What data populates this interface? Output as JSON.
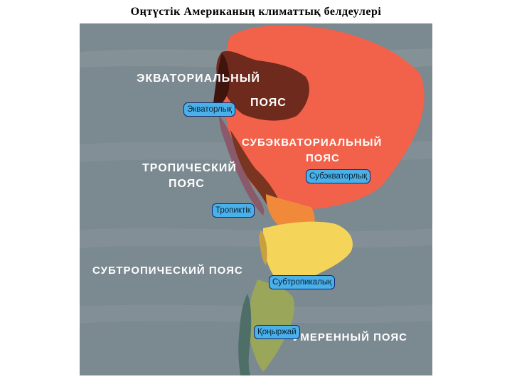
{
  "title": "Оңтүстік Американың климаттық белдеулері",
  "map_labels": {
    "equatorial_1": "ЭКВАТОРИАЛЬНЫЙ",
    "equatorial_2": "ПОЯС",
    "subequatorial_1": "СУБЭКВАТОРИАЛЬНЫЙ",
    "subequatorial_2": "ПОЯС",
    "tropical_1": "ТРОПИЧЕСКИЙ",
    "tropical_2": "ПОЯС",
    "subtropical": "СУБТРОПИЧЕСКИЙ ПОЯС",
    "temperate": "УМЕРЕННЫЙ ПОЯС"
  },
  "callouts": {
    "equatorial": "Экваторлық",
    "subequatorial": "Субэкваторлық",
    "tropical": "Тропиктік",
    "subtropical": "Субтропикалық",
    "temperate": "Қоңыржай"
  },
  "colors": {
    "ocean": "#7d8a90",
    "equatorial": "#6e2a1c",
    "subequatorial": "#f2614a",
    "tropical": "#f08a3a",
    "subtropical": "#f5d45a",
    "temperate": "#9aa65a",
    "mountain": "#4e6f68",
    "callout_bg": "#4ab0ea"
  }
}
